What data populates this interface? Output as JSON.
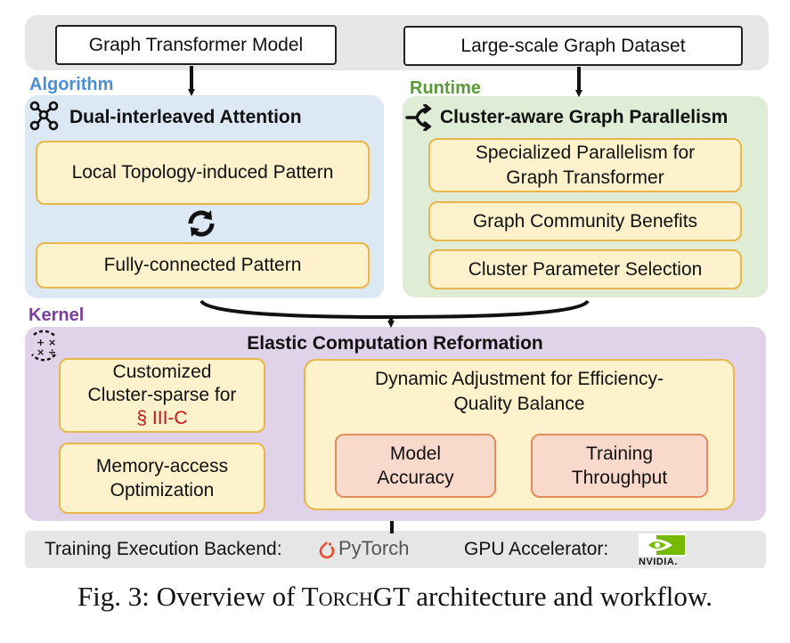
{
  "inputs": {
    "model": "Graph Transformer Model",
    "dataset": "Large-scale Graph Dataset"
  },
  "algorithm": {
    "tag": "Algorithm",
    "title": "Dual-interleaved Attention",
    "pattern_local": "Local Topology-induced Pattern",
    "pattern_full": "Fully-connected Pattern"
  },
  "runtime": {
    "tag": "Runtime",
    "title": "Cluster-aware Graph Parallelism",
    "item1_line1": "Specialized Parallelism for",
    "item1_line2": "Graph Transformer",
    "item2": "Graph Community Benefits",
    "item3": "Cluster Parameter Selection"
  },
  "kernel": {
    "tag": "Kernel",
    "title": "Elastic Computation Reformation",
    "sparse_line1": "Customized",
    "sparse_line2": "Cluster-sparse for",
    "sparse_ref": "§ III-C",
    "memory_line1": "Memory-access",
    "memory_line2": "Optimization",
    "dynamic_line1": "Dynamic Adjustment for Efficiency-",
    "dynamic_line2": "Quality Balance",
    "accuracy_line1": "Model",
    "accuracy_line2": "Accuracy",
    "throughput_line1": "Training",
    "throughput_line2": "Throughput"
  },
  "backend": {
    "training_label": "Training Execution Backend:",
    "pytorch_logo_text": "PyTorch",
    "gpu_label": "GPU Accelerator:",
    "nvidia_logo_text": "NVIDIA."
  },
  "caption": {
    "prefix": "Fig. 3: Overview of ",
    "name_first": "T",
    "name_smallcaps": "orch",
    "name_rest": "GT",
    "suffix": " architecture and workflow."
  },
  "colors": {
    "algorithm_tag": "#4a90d9",
    "runtime_tag": "#5a9a3a",
    "kernel_tag": "#7b3f9e",
    "pytorch": "#ee4c2c",
    "nvidia": "#76b900"
  }
}
